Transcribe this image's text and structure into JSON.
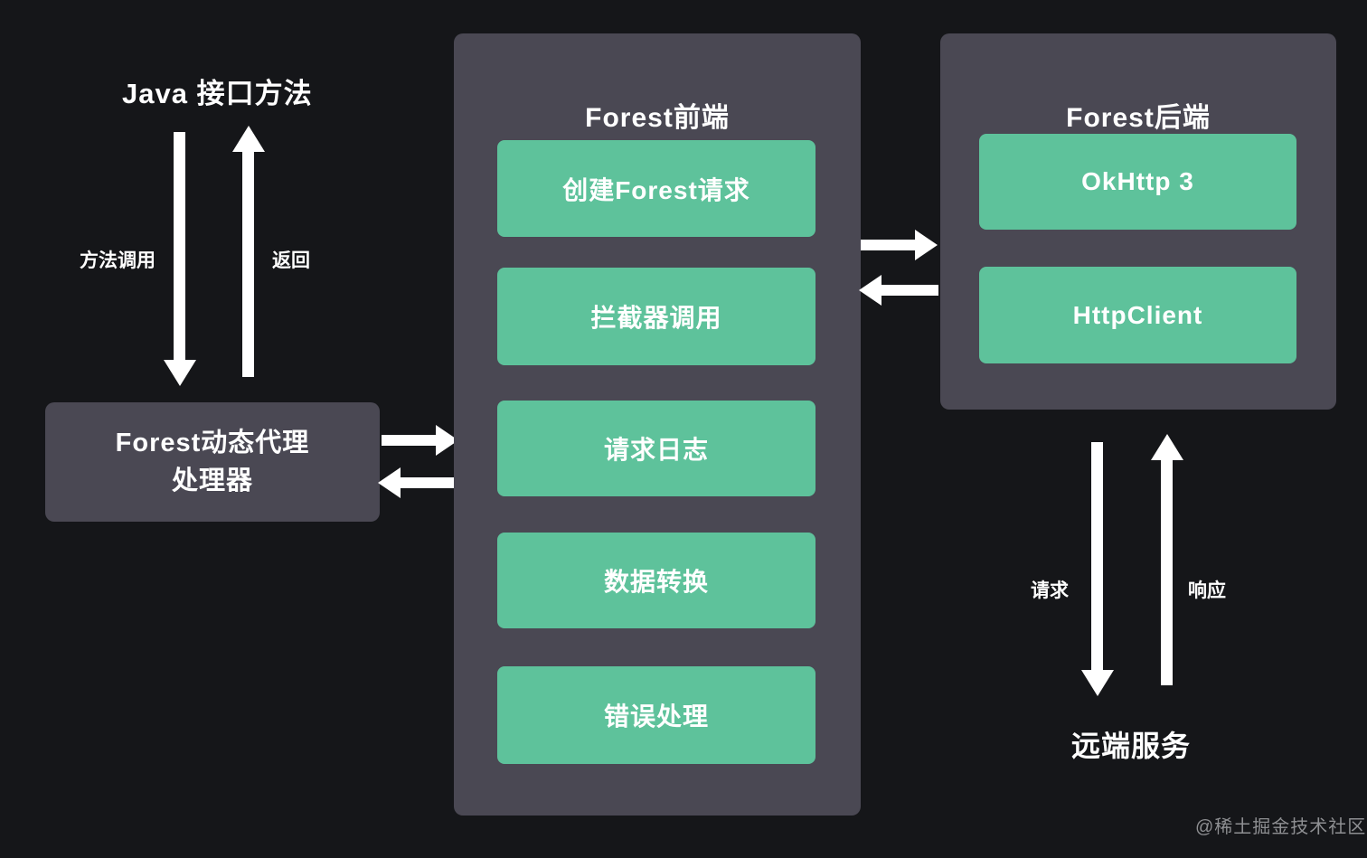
{
  "colors": {
    "background": "#151619",
    "panel_gray": "#4a4853",
    "accent_green": "#5ec29b",
    "arrow_white": "#ffffff",
    "watermark_gray": "#8e8f92"
  },
  "java_interface": {
    "title": "Java 接口方法",
    "call_label": "方法调用",
    "return_label": "返回"
  },
  "proxy_box": {
    "line1": "Forest动态代理",
    "line2": "处理器"
  },
  "frontend_panel": {
    "title": "Forest前端",
    "steps": [
      "创建Forest请求",
      "拦截器调用",
      "请求日志",
      "数据转换",
      "错误处理"
    ]
  },
  "backend_panel": {
    "title": "Forest后端",
    "backends": [
      "OkHttp 3",
      "HttpClient"
    ]
  },
  "remote_service": {
    "request_label": "请求",
    "response_label": "响应",
    "title": "远端服务"
  },
  "watermark": "@稀土掘金技术社区"
}
